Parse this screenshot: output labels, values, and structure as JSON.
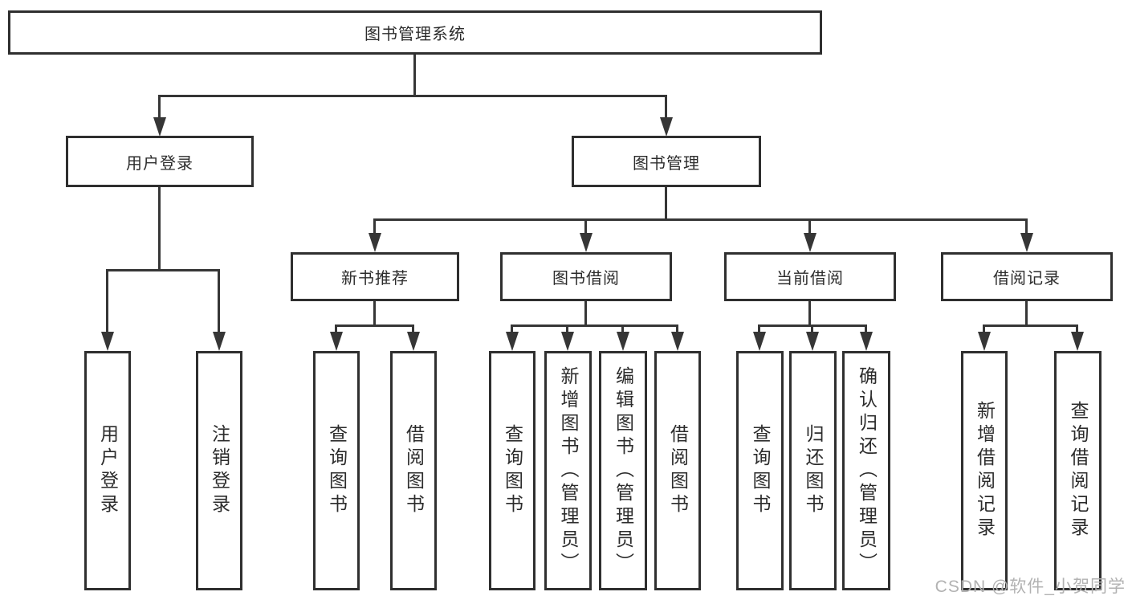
{
  "meta": {
    "diagram_type": "hierarchy",
    "colors": {
      "background": "#ffffff",
      "box_border": "#2f2f2f",
      "box_fill": "#ffffff",
      "connector_line": "#363636",
      "text": "#2c2c2c",
      "watermark": "#b2b2b2"
    }
  },
  "tree": {
    "root": "图书管理系统",
    "branches": [
      {
        "label": "用户登录",
        "children": [
          "用户登录",
          "注销登录"
        ]
      },
      {
        "label": "图书管理",
        "groups": [
          {
            "label": "新书推荐",
            "children": [
              "查询图书",
              "借阅图书"
            ]
          },
          {
            "label": "图书借阅",
            "children": [
              "查询图书",
              "新增图书（管理员）",
              "编辑图书（管理员）",
              "借阅图书"
            ]
          },
          {
            "label": "当前借阅",
            "children": [
              "查询图书",
              "归还图书",
              "确认归还（管理员）"
            ]
          },
          {
            "label": "借阅记录",
            "children": [
              "新增借阅记录",
              "查询借阅记录"
            ]
          }
        ]
      }
    ]
  },
  "watermark": {
    "text": "CSDN @软件_小贺同学"
  }
}
